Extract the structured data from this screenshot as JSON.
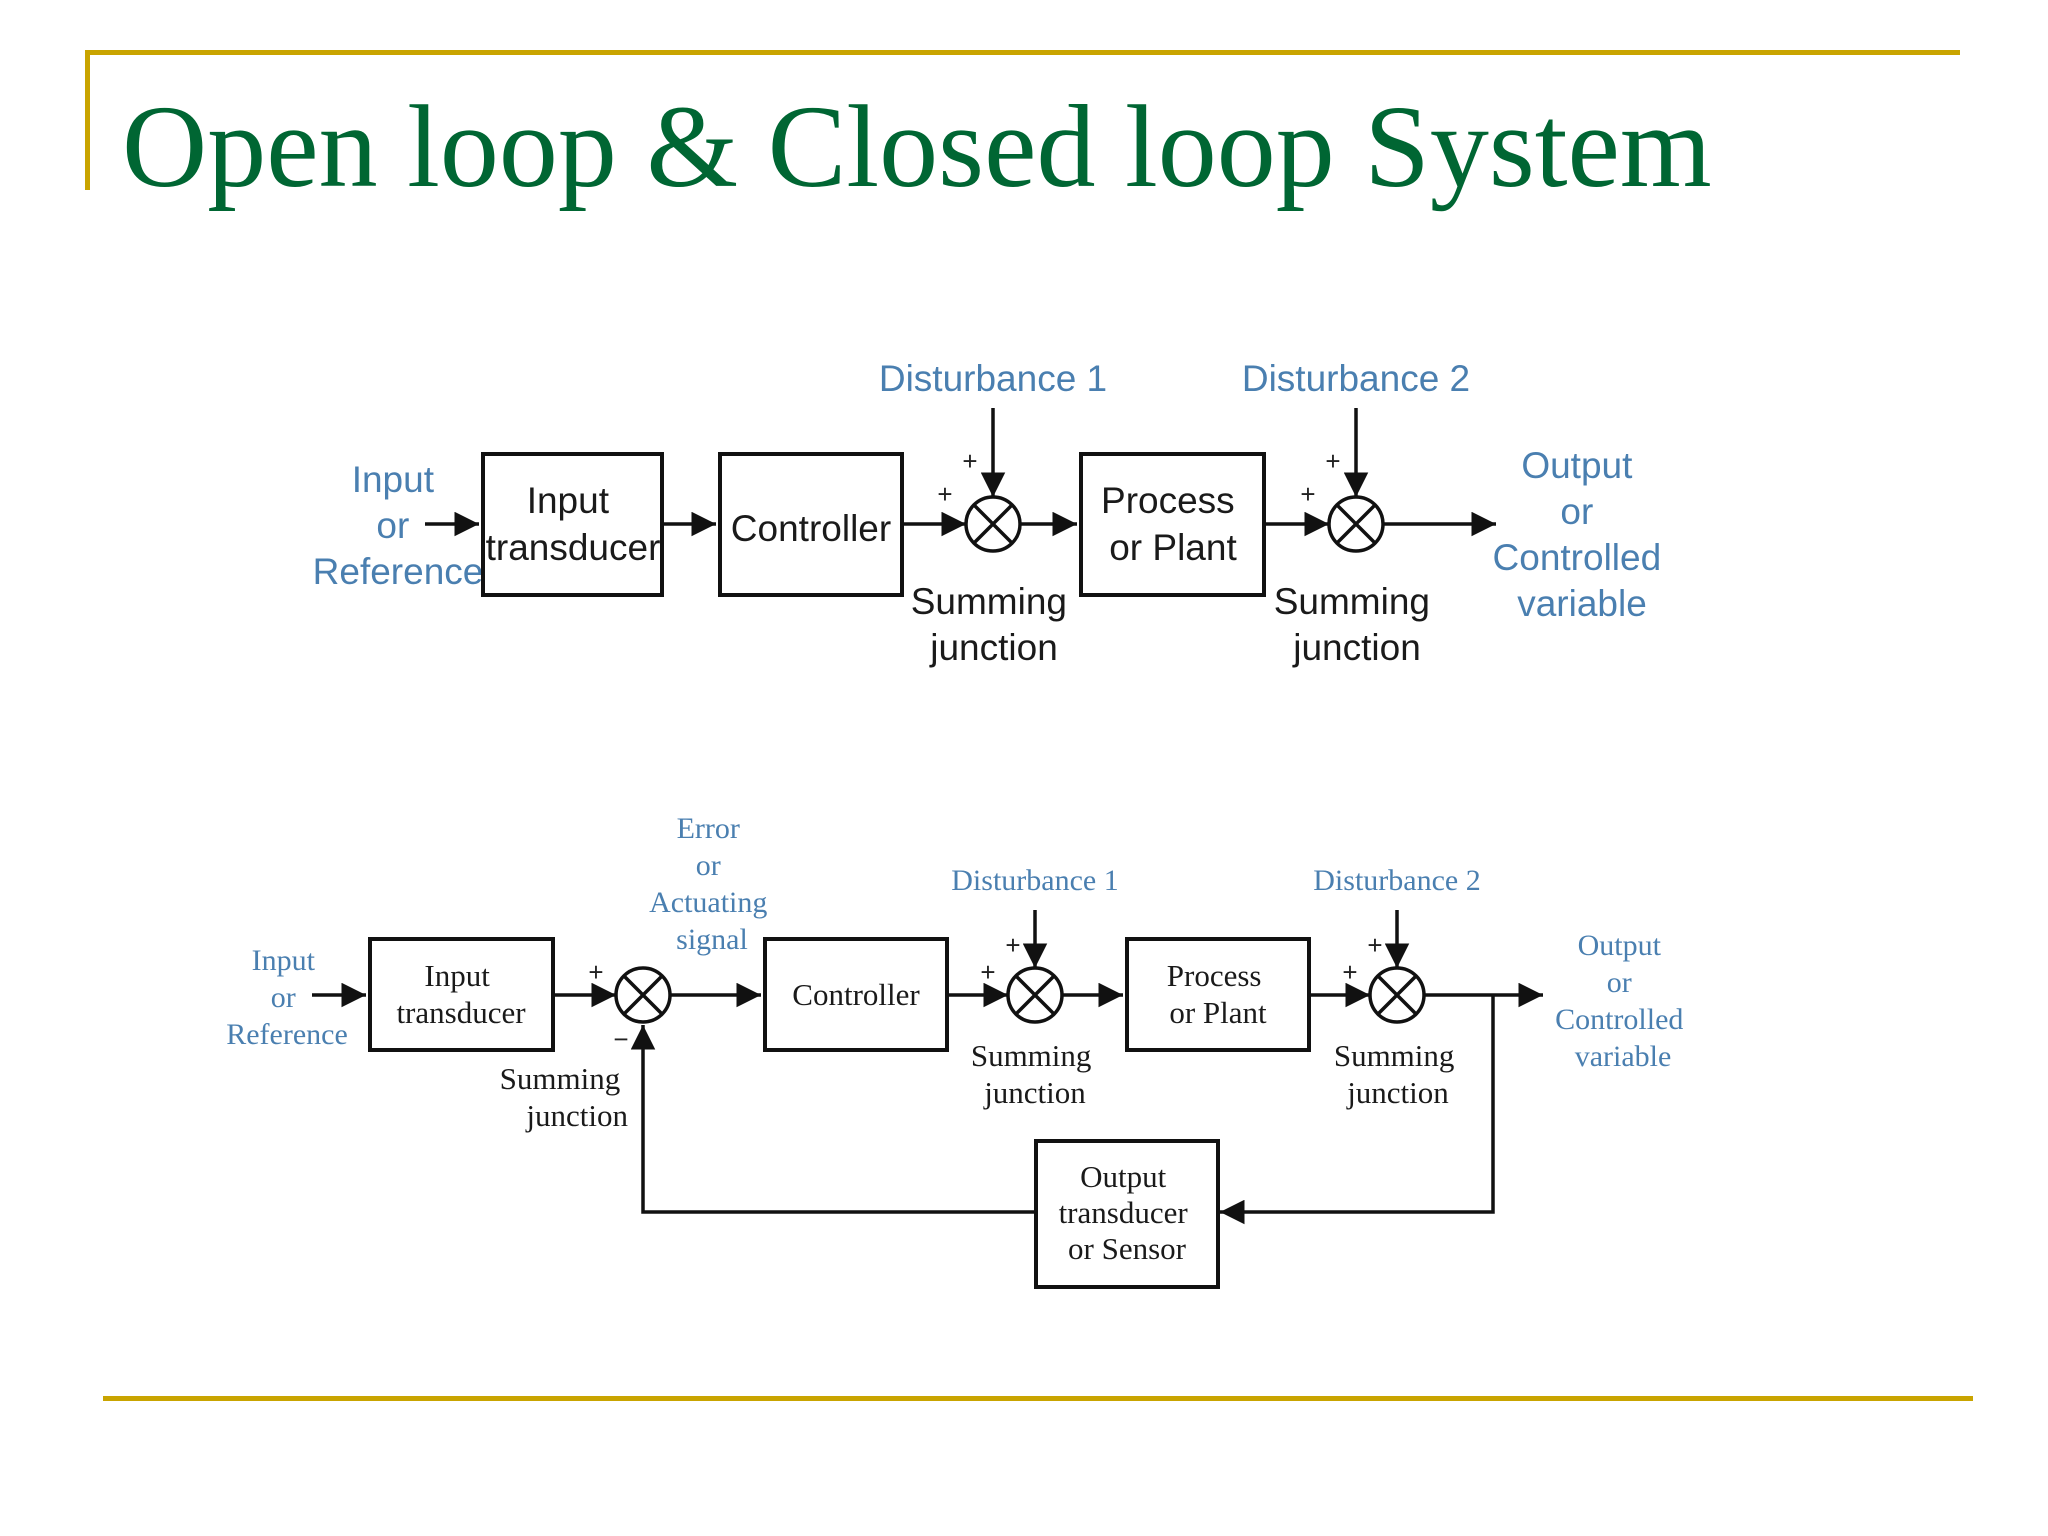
{
  "slide": {
    "title": "Open loop & Closed loop System",
    "colors": {
      "title": "#006633",
      "rule": "#c9a400",
      "label": "#4a7fb0"
    }
  },
  "open_loop": {
    "input_label": [
      "Input",
      "or",
      "Reference"
    ],
    "output_label": [
      "Output",
      "or",
      "Controlled",
      "variable"
    ],
    "blocks": {
      "input_transducer": [
        "Input",
        "transducer"
      ],
      "controller": [
        "Controller"
      ],
      "process": [
        "Process",
        "or Plant"
      ]
    },
    "disturbance_1": "Disturbance 1",
    "disturbance_2": "Disturbance 2",
    "summing_junction": [
      "Summing",
      "junction"
    ],
    "plus_sign": "+"
  },
  "closed_loop": {
    "input_label": [
      "Input",
      "or",
      "Reference"
    ],
    "output_label": [
      "Output",
      "or",
      "Controlled",
      "variable"
    ],
    "error_label": [
      "Error",
      "or",
      "Actuating",
      "signal"
    ],
    "blocks": {
      "input_transducer": [
        "Input",
        "transducer"
      ],
      "controller": [
        "Controller"
      ],
      "process": [
        "Process",
        "or Plant"
      ],
      "sensor": [
        "Output",
        "transducer",
        "or Sensor"
      ]
    },
    "disturbance_1": "Disturbance 1",
    "disturbance_2": "Disturbance 2",
    "summing_junction": [
      "Summing",
      "junction"
    ],
    "plus_sign": "+",
    "minus_sign": "−"
  }
}
